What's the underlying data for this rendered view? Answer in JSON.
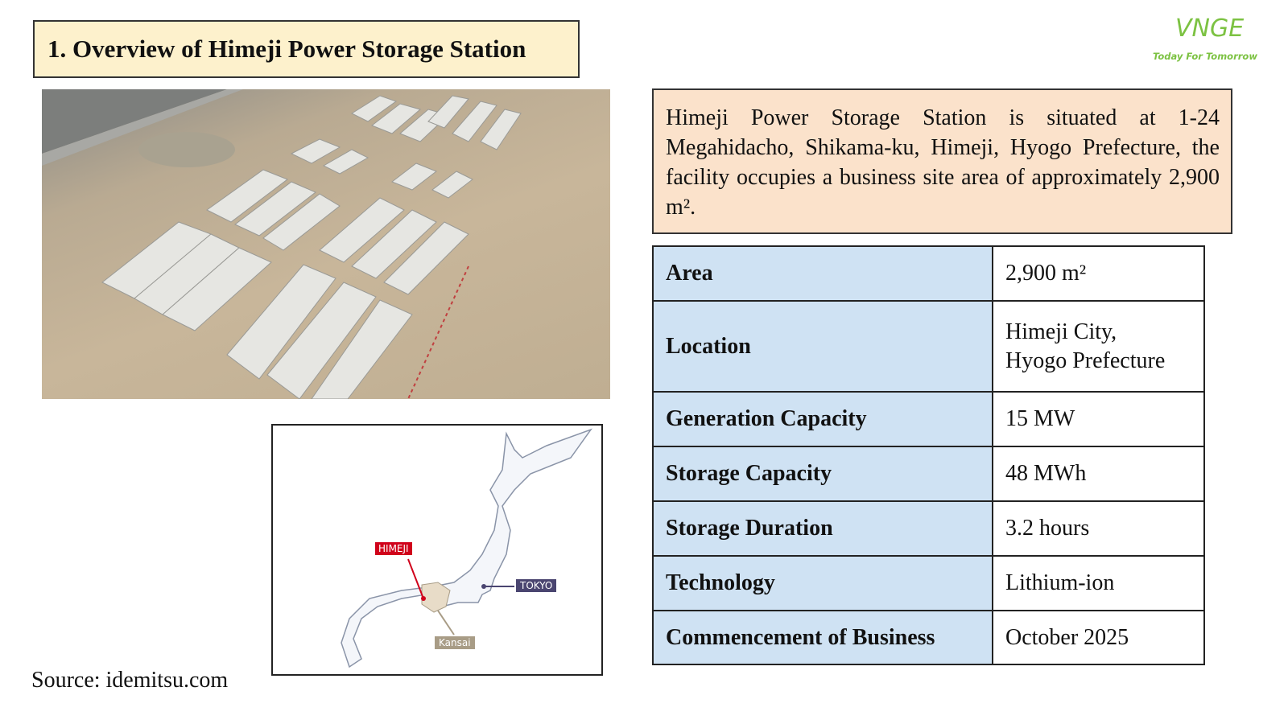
{
  "title": "1. Overview of Himeji Power Storage Station",
  "logo": {
    "mark": "VNGE",
    "tagline": "Today For Tomorrow",
    "color": "#7cc242"
  },
  "description": "Himeji Power Storage Station is situated at 1-24 Megahidacho, Shikama-ku, Himeji, Hyogo Prefecture, the facility occupies a business site area of approximately 2,900 m².",
  "table": [
    {
      "key": "Area",
      "value": "2,900 m²"
    },
    {
      "key": "Location",
      "value": "Himeji City,",
      "value2": "Hyogo Prefecture"
    },
    {
      "key": "Generation Capacity",
      "value": "15 MW"
    },
    {
      "key": "Storage Capacity",
      "value": "48 MWh"
    },
    {
      "key": "Storage Duration",
      "value": "3.2 hours"
    },
    {
      "key": "Technology",
      "value": "Lithium-ion"
    },
    {
      "key": "Commencement of Business",
      "value": "October 2025"
    }
  ],
  "map": {
    "himeji": "HIMEJI",
    "tokyo": "TOKYO",
    "kansai": "Kansai",
    "colors": {
      "himeji": "#d0021b",
      "tokyo": "#4a4570",
      "kansai": "#a89c86"
    }
  },
  "source": "Source: idemitsu.com"
}
